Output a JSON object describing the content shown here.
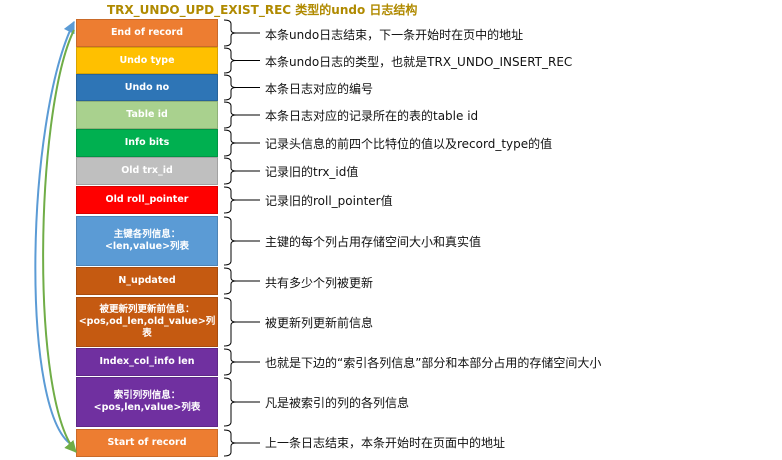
{
  "title": "TRX_UNDO_UPD_EXIST_REC 类型的undo 日志结构",
  "fields": [
    {
      "label": "End of record",
      "color": "#ed7d31",
      "desc": "本条undo日志结束，下一条开始时在页中的地址"
    },
    {
      "label": "Undo type",
      "color": "#ffc000",
      "desc": "本条undo日志的类型，也就是TRX_UNDO_INSERT_REC"
    },
    {
      "label": "Undo no",
      "color": "#2e75b6",
      "desc": "本条日志对应的编号"
    },
    {
      "label": "Table id",
      "color": "#a9d18e",
      "desc": "本条日志对应的记录所在的表的table id"
    },
    {
      "label": "Info bits",
      "color": "#00b050",
      "desc": "记录头信息的前四个比特位的值以及record_type的值"
    },
    {
      "label": "Old trx_id",
      "color": "#bfbfbf",
      "desc": "记录旧的trx_id值"
    },
    {
      "label": "Old roll_pointer",
      "color": "#ff0000",
      "desc": "记录旧的roll_pointer值"
    },
    {
      "label": "主键各列信息：\n<len,value>列表",
      "color": "#5b9bd5",
      "desc": "主键的每个列占用存储空间大小和真实值"
    },
    {
      "label": "N_updated",
      "color": "#c55a11",
      "desc": "共有多少个列被更新"
    },
    {
      "label": "被更新列更新前信息：\n<pos,od_len,old_value>列表",
      "color": "#c55a11",
      "desc": "被更新列更新前信息"
    },
    {
      "label": "Index_col_info len",
      "color": "#7030a0",
      "desc": "也就是下边的“索引各列信息”部分和本部分占用的存储空间大小"
    },
    {
      "label": "索引列列信息：\n<pos,len,value>列表",
      "color": "#7030a0",
      "desc": "凡是被索引的列的各列信息"
    },
    {
      "label": "Start of record",
      "color": "#ed7d31",
      "desc": "上一条日志结束，本条开始时在页面中的地址"
    }
  ],
  "colors": {
    "title": "#b08a00",
    "arrow_blue": "#5b9bd5",
    "arrow_green": "#70ad47",
    "brace": "#000000"
  }
}
